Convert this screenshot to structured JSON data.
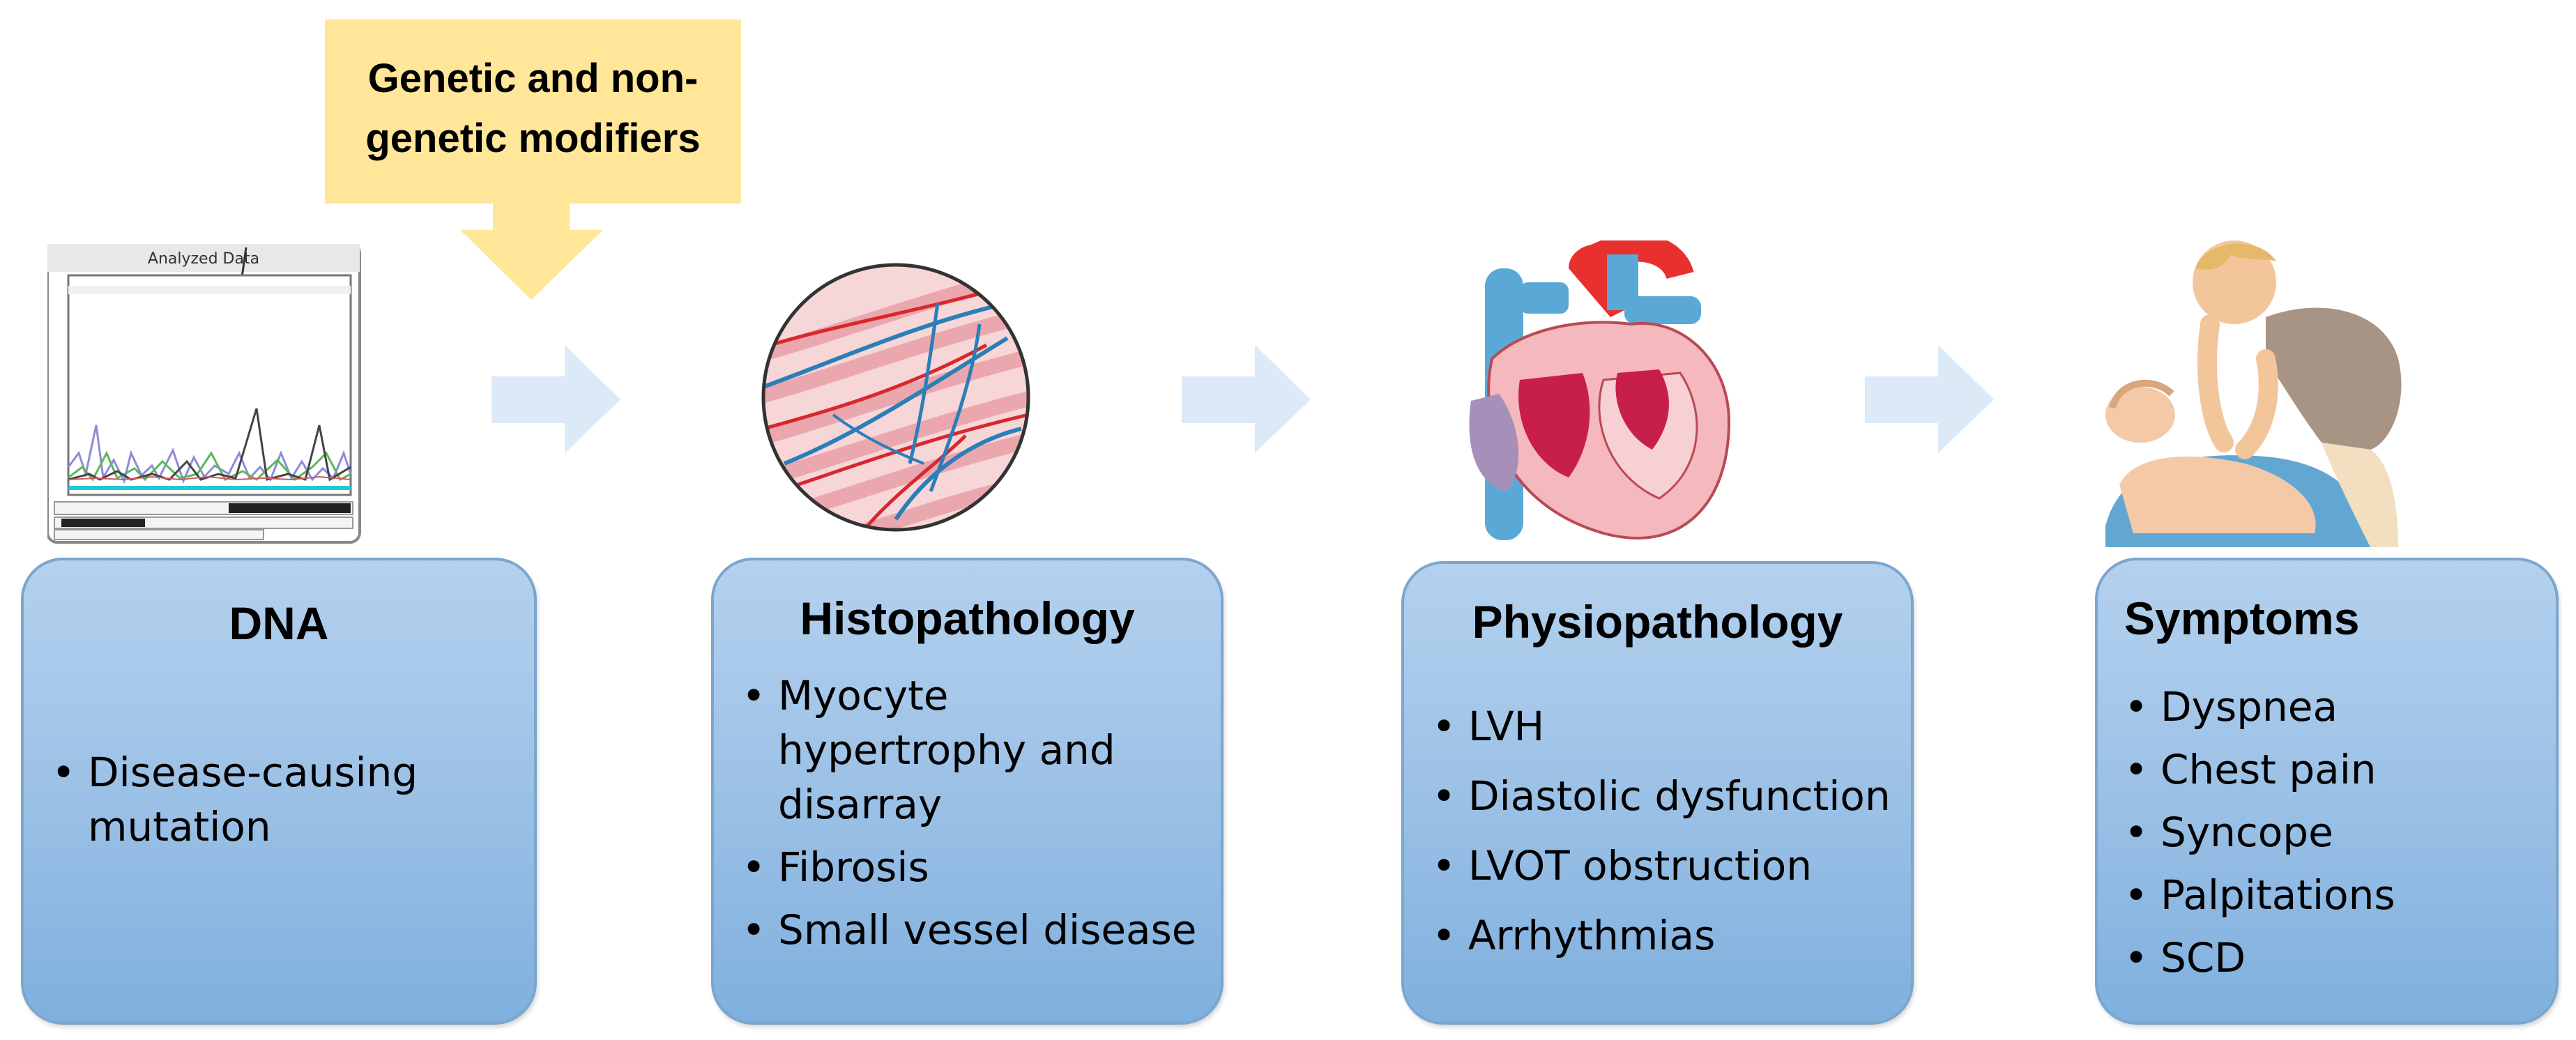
{
  "modifier": {
    "line1": "Genetic and non-",
    "line2": "genetic modifiers"
  },
  "stages": [
    {
      "title": "DNA",
      "items": [
        "Disease-causing mutation"
      ],
      "items_lines": [
        [
          "Disease-causing",
          "mutation"
        ]
      ]
    },
    {
      "title": "Histopathology",
      "items_lines": [
        [
          "Myocyte",
          "hypertrophy and",
          "disarray"
        ],
        [
          "Fibrosis"
        ],
        [
          "Small vessel disease"
        ]
      ]
    },
    {
      "title": "Physiopathology",
      "items_lines": [
        [
          "LVH"
        ],
        [
          "Diastolic dysfunction"
        ],
        [
          "LVOT obstruction"
        ],
        [
          "Arrhythmias"
        ]
      ]
    },
    {
      "title": "Symptoms",
      "items_lines": [
        [
          "Dyspnea"
        ],
        [
          "Chest pain"
        ],
        [
          "Syncope"
        ],
        [
          "Palpitations"
        ],
        [
          "SCD"
        ]
      ]
    }
  ],
  "dna_chart": {
    "header": "Analyzed Data"
  },
  "colors": {
    "box_fill_top": "#b4d1ee",
    "box_fill_bottom": "#7fb0de",
    "box_border": "#7aa6cf",
    "arrow": "#dce9f6",
    "modifier_fill": "#ffe699"
  },
  "icons": [
    "dna-sequencing-chromatogram-icon",
    "myocardium-tissue-icon",
    "heart-cross-section-icon",
    "cpr-resuscitation-icon"
  ]
}
